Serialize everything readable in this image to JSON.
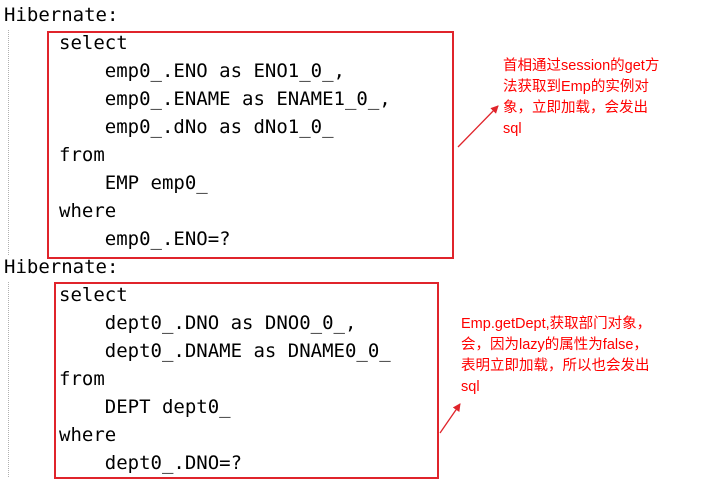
{
  "query1": {
    "header": "Hibernate:",
    "lines": [
      "select",
      "    emp0_.ENO as ENO1_0_,",
      "    emp0_.ENAME as ENAME1_0_,",
      "    emp0_.dNo as dNo1_0_",
      "from",
      "    EMP emp0_",
      "where",
      "    emp0_.ENO=?"
    ]
  },
  "query2": {
    "header": "Hibernate:",
    "lines": [
      "select",
      "    dept0_.DNO as DNO0_0_,",
      "    dept0_.DNAME as DNAME0_0_",
      "from",
      "    DEPT dept0_",
      "where",
      "    dept0_.DNO=?"
    ]
  },
  "annotations": {
    "note1": {
      "lines": [
        "首相通过session的get方",
        "法获取到Emp的实例对",
        "象，立即加载，会发出",
        "sql"
      ]
    },
    "note2": {
      "lines": [
        "Emp.getDept,获取部门对象，",
        "会，因为lazy的属性为false，",
        "表明立即加载，所以也会发出",
        "sql"
      ]
    }
  },
  "colors": {
    "highlight": "#e0242b",
    "annotation_text": "#ff0000",
    "code_text": "#000000"
  }
}
